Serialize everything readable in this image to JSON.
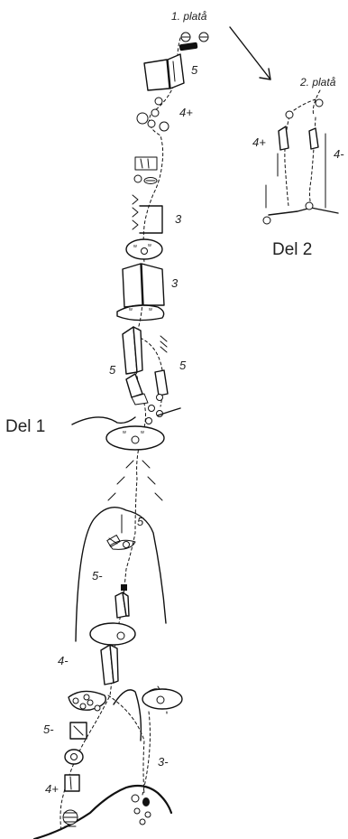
{
  "labels": {
    "plateau1": "1. platå",
    "plateau2": "2. platå",
    "part1": "Del 1",
    "part2": "Del 2"
  },
  "grades_part1": [
    "5",
    "4+",
    "3",
    "3",
    "5",
    "5",
    "5",
    "5-",
    "4-",
    "5-",
    "4+",
    "3-"
  ],
  "grades_part2": [
    "4+",
    "4-"
  ],
  "icons": {
    "belay": "belay-bolt-icon",
    "corner": "dihedral-icon",
    "crack": "crack-icon",
    "ledge": "ledge-icon",
    "chimney": "chimney-icon",
    "slab": "slab-icon"
  }
}
